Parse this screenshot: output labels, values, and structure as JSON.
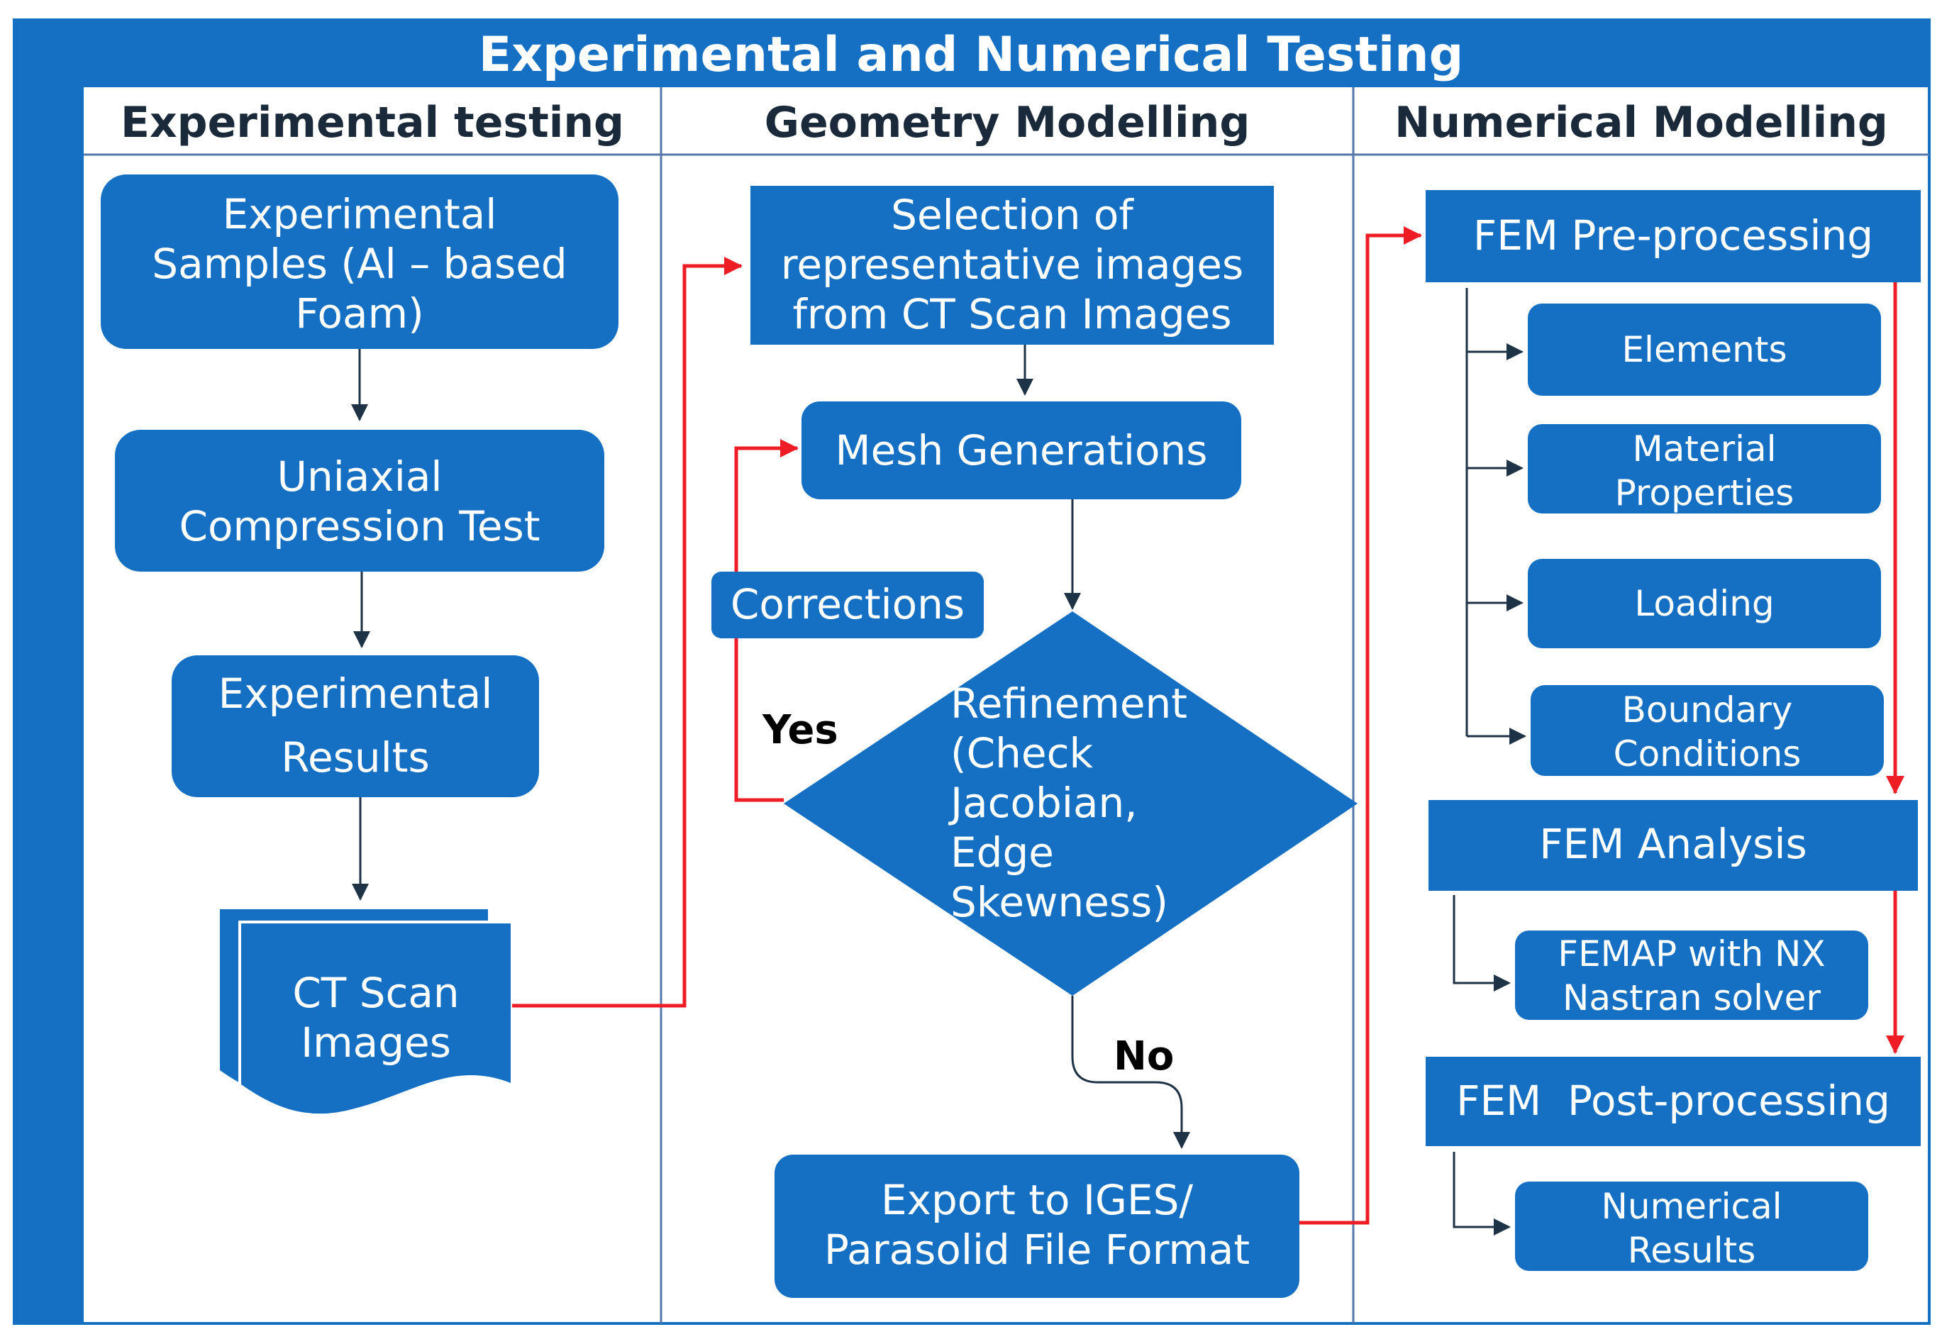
{
  "title": "Experimental and Numerical Testing",
  "columns": {
    "experimental": "Experimental testing",
    "geometry": "Geometry Modelling",
    "numerical": "Numerical Modelling"
  },
  "experimental": {
    "samples": [
      "Experimental",
      "Samples (Al – based",
      "Foam)"
    ],
    "compression": [
      "Uniaxial",
      "Compression Test"
    ],
    "results": [
      "Experimental",
      "Results"
    ],
    "ct_scan": [
      "CT Scan",
      "Images"
    ]
  },
  "geometry": {
    "selection": [
      "Selection of",
      "representative images",
      "from CT Scan Images"
    ],
    "mesh": "Mesh Generations",
    "corrections": "Corrections",
    "refinement": [
      "Refinement",
      "(Check",
      "Jacobian,",
      "Edge",
      "Skewness)"
    ],
    "yes": "Yes",
    "no": "No",
    "export": [
      "Export to IGES/",
      "Parasolid File Format"
    ]
  },
  "numerical": {
    "pre": "FEM Pre-processing",
    "elements": "Elements",
    "material": [
      "Material",
      "Properties"
    ],
    "loading": "Loading",
    "boundary": [
      "Boundary",
      "Conditions"
    ],
    "analysis": "FEM Analysis",
    "femap": [
      "FEMAP with NX",
      "Nastran solver"
    ],
    "post": "FEM  Post-processing",
    "num_results": [
      "Numerical",
      "Results"
    ]
  },
  "colors": {
    "blue": "#1570c4",
    "flow_red": "#ee1c24",
    "connector": "#1f3347",
    "divider": "#5577aa"
  }
}
